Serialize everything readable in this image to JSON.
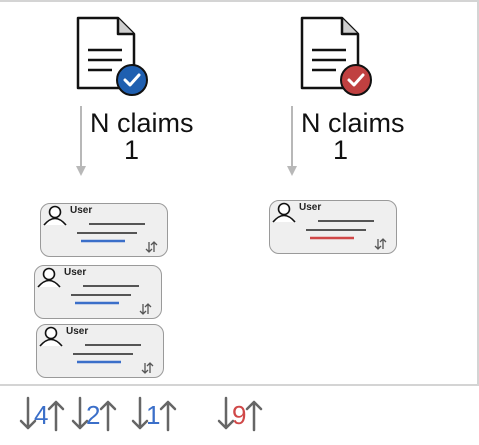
{
  "columns": [
    {
      "claims_label": "N claims",
      "claims_value": "1",
      "check_color": "#1f5fb0",
      "cards": [
        {
          "user_label": "User",
          "accent": "#3b6fc9"
        },
        {
          "user_label": "User",
          "accent": "#3b6fc9"
        },
        {
          "user_label": "User",
          "accent": "#3b6fc9"
        }
      ]
    },
    {
      "claims_label": "N claims",
      "claims_value": "1",
      "check_color": "#c04040",
      "cards": [
        {
          "user_label": "User",
          "accent": "#d04848"
        }
      ]
    }
  ],
  "footer": [
    {
      "value": "4",
      "color": "#3b6fc9"
    },
    {
      "value": "2",
      "color": "#3b6fc9"
    },
    {
      "value": "1",
      "color": "#3b6fc9"
    },
    {
      "value": "9",
      "color": "#d04848"
    }
  ]
}
